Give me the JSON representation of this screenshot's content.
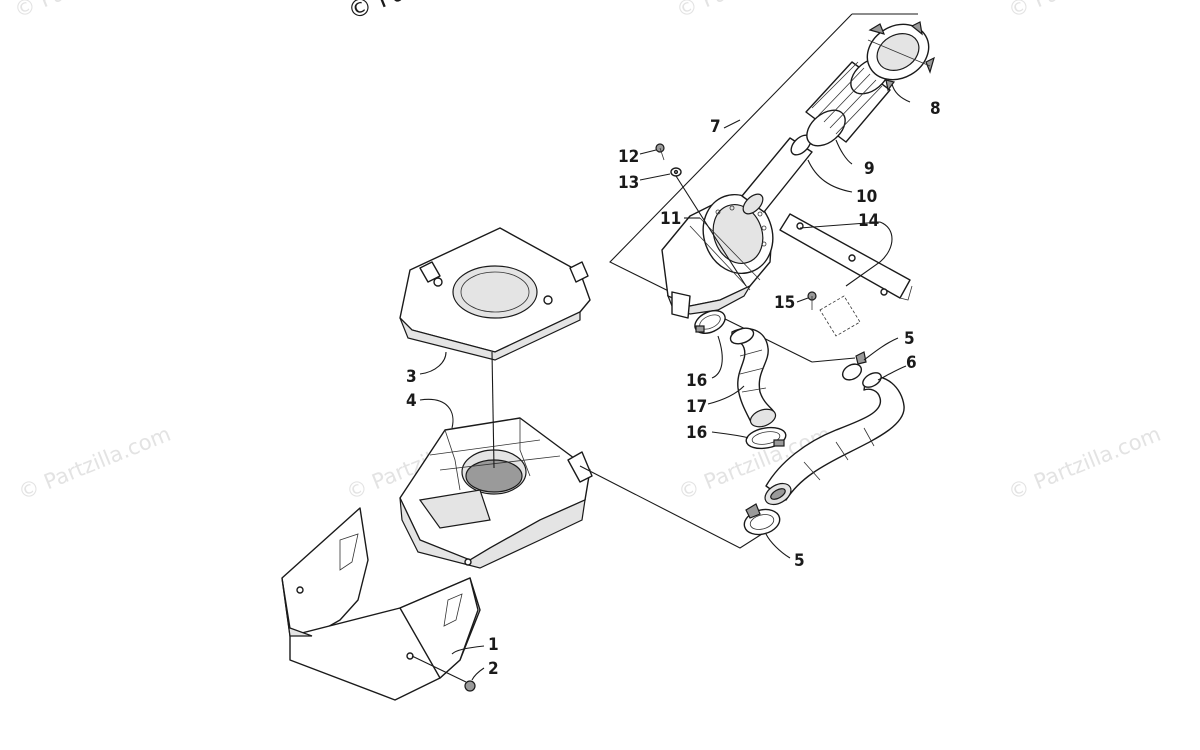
{
  "watermarks": {
    "text": "© Partzilla.com",
    "top_fragment": "© Pa"
  },
  "callouts": {
    "c1": "1",
    "c2": "2",
    "c3": "3",
    "c4": "4",
    "c5a": "5",
    "c5b": "5",
    "c6": "6",
    "c7": "7",
    "c8": "8",
    "c9": "9",
    "c10": "10",
    "c11": "11",
    "c12": "12",
    "c13": "13",
    "c14": "14",
    "c15": "15",
    "c16a": "16",
    "c16b": "16",
    "c17": "17"
  }
}
